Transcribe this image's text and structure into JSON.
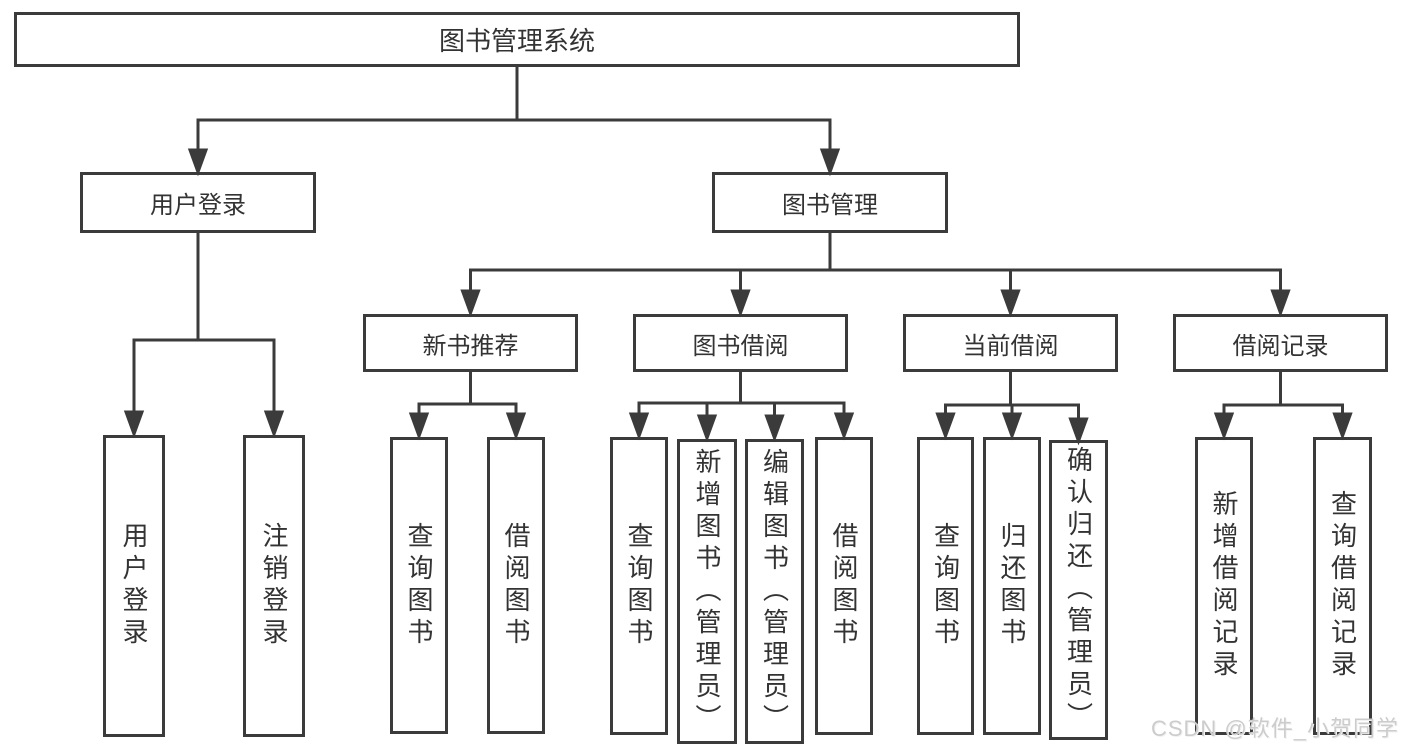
{
  "diagram": {
    "root": {
      "label": "图书管理系统"
    },
    "branches": [
      {
        "label": "用户登录",
        "children": [
          {
            "label": "用户登录"
          },
          {
            "label": "注销登录"
          }
        ]
      },
      {
        "label": "图书管理",
        "children": [
          {
            "label": "新书推荐",
            "children": [
              {
                "label": "查询图书"
              },
              {
                "label": "借阅图书"
              }
            ]
          },
          {
            "label": "图书借阅",
            "children": [
              {
                "label": "查询图书"
              },
              {
                "label": "新增图书（管理员）"
              },
              {
                "label": "编辑图书（管理员）"
              },
              {
                "label": "借阅图书"
              }
            ]
          },
          {
            "label": "当前借阅",
            "children": [
              {
                "label": "查询图书"
              },
              {
                "label": "归还图书"
              },
              {
                "label": "确认归还（管理员）"
              }
            ]
          },
          {
            "label": "借阅记录",
            "children": [
              {
                "label": "新增借阅记录"
              },
              {
                "label": "查询借阅记录"
              }
            ]
          }
        ]
      }
    ]
  },
  "watermark": {
    "text": "CSDN @软件_小贺同学"
  },
  "colors": {
    "line": "#3b3b3b",
    "box_border": "#3b3b3b",
    "text": "#333333",
    "watermark": "#cccccc",
    "background": "#ffffff"
  }
}
